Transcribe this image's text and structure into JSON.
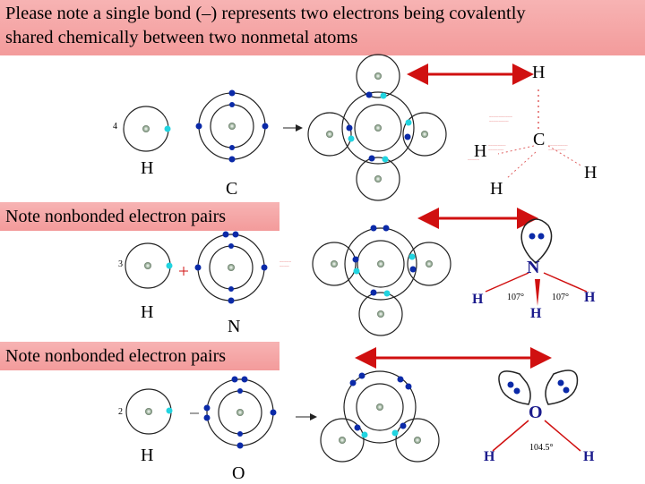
{
  "header": {
    "line1": "Please note a single bond (–) represents two electrons being covalently",
    "line2": "shared chemically between two nonmetal atoms"
  },
  "notes": {
    "nonbonded_1": "Note nonbonded electron pairs",
    "nonbonded_2": "Note nonbonded electron pairs"
  },
  "methane": {
    "h_count": "4",
    "h_label": "H",
    "c_label": "C",
    "structure": {
      "top_h": "H",
      "center_c": "C",
      "left_h": "H",
      "right_h": "H",
      "bottom_h": "H"
    }
  },
  "ammonia": {
    "h_count": "3",
    "h_label": "H",
    "n_label": "N",
    "structure": {
      "center_n": "N",
      "left_h": "H",
      "bottom_h": "H",
      "right_h": "H",
      "angle_left": "107°",
      "angle_right": "107°"
    }
  },
  "water": {
    "h_count": "2",
    "h_label": "H",
    "o_label": "O",
    "structure": {
      "center_o": "O",
      "left_h": "H",
      "right_h": "H",
      "angle": "104.5°"
    }
  },
  "colors": {
    "banner": "#f4a6a6",
    "electron_dark": "#0b2aa8",
    "electron_cyan": "#21d4e0",
    "arrow_red": "#d01010",
    "atom_symbol": "#1a1a8c",
    "nucleus": "#8aa08a"
  }
}
